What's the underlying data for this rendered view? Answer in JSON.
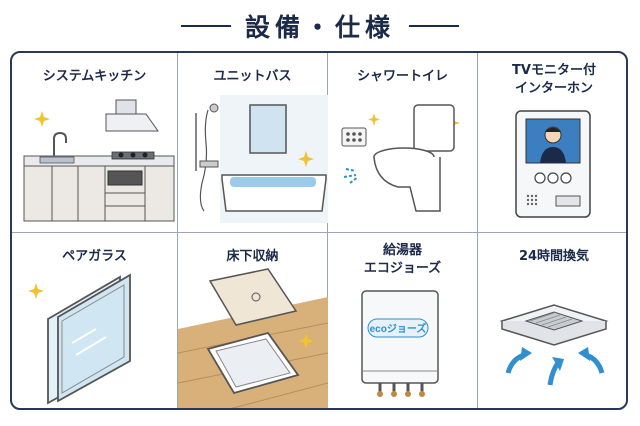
{
  "page": {
    "title": "設備・仕様"
  },
  "items": [
    {
      "label": "システムキッチン",
      "icon": "kitchen-icon"
    },
    {
      "label": "ユニットバス",
      "icon": "bathtub-icon"
    },
    {
      "label": "シャワートイレ",
      "icon": "toilet-icon"
    },
    {
      "label": "TVモニター付\nインターホン",
      "icon": "intercom-icon"
    },
    {
      "label": "ペアガラス",
      "icon": "pair-glass-icon"
    },
    {
      "label": "床下収納",
      "icon": "underfloor-storage-icon"
    },
    {
      "label": "給湯器\nエコジョーズ",
      "icon": "water-heater-icon",
      "badge": "ecoジョーズ"
    },
    {
      "label": "24時間換気",
      "icon": "ventilation-fan-icon"
    }
  ],
  "colors": {
    "navy": "#1b2a48",
    "accent": "#2f8fd0",
    "sparkle": "#f2c230"
  }
}
